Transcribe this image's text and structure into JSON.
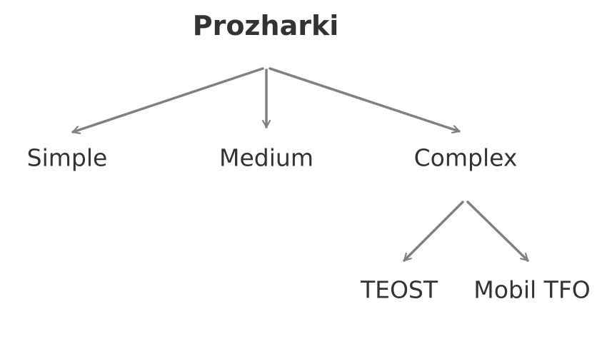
{
  "diagram": {
    "root": {
      "id": "root",
      "label": "Prozharki"
    },
    "nodes": [
      {
        "id": "simple",
        "label": "Simple"
      },
      {
        "id": "medium",
        "label": "Medium"
      },
      {
        "id": "complex",
        "label": "Complex"
      },
      {
        "id": "teost",
        "label": "TEOST"
      },
      {
        "id": "mobil",
        "label": "Mobil TFO"
      }
    ],
    "edges": [
      {
        "from": "root",
        "to": "simple"
      },
      {
        "from": "root",
        "to": "medium"
      },
      {
        "from": "root",
        "to": "complex"
      },
      {
        "from": "complex",
        "to": "teost"
      },
      {
        "from": "complex",
        "to": "mobil"
      }
    ],
    "colors": {
      "text": "#333333",
      "arrow": "#808080",
      "background": "#ffffff"
    }
  }
}
